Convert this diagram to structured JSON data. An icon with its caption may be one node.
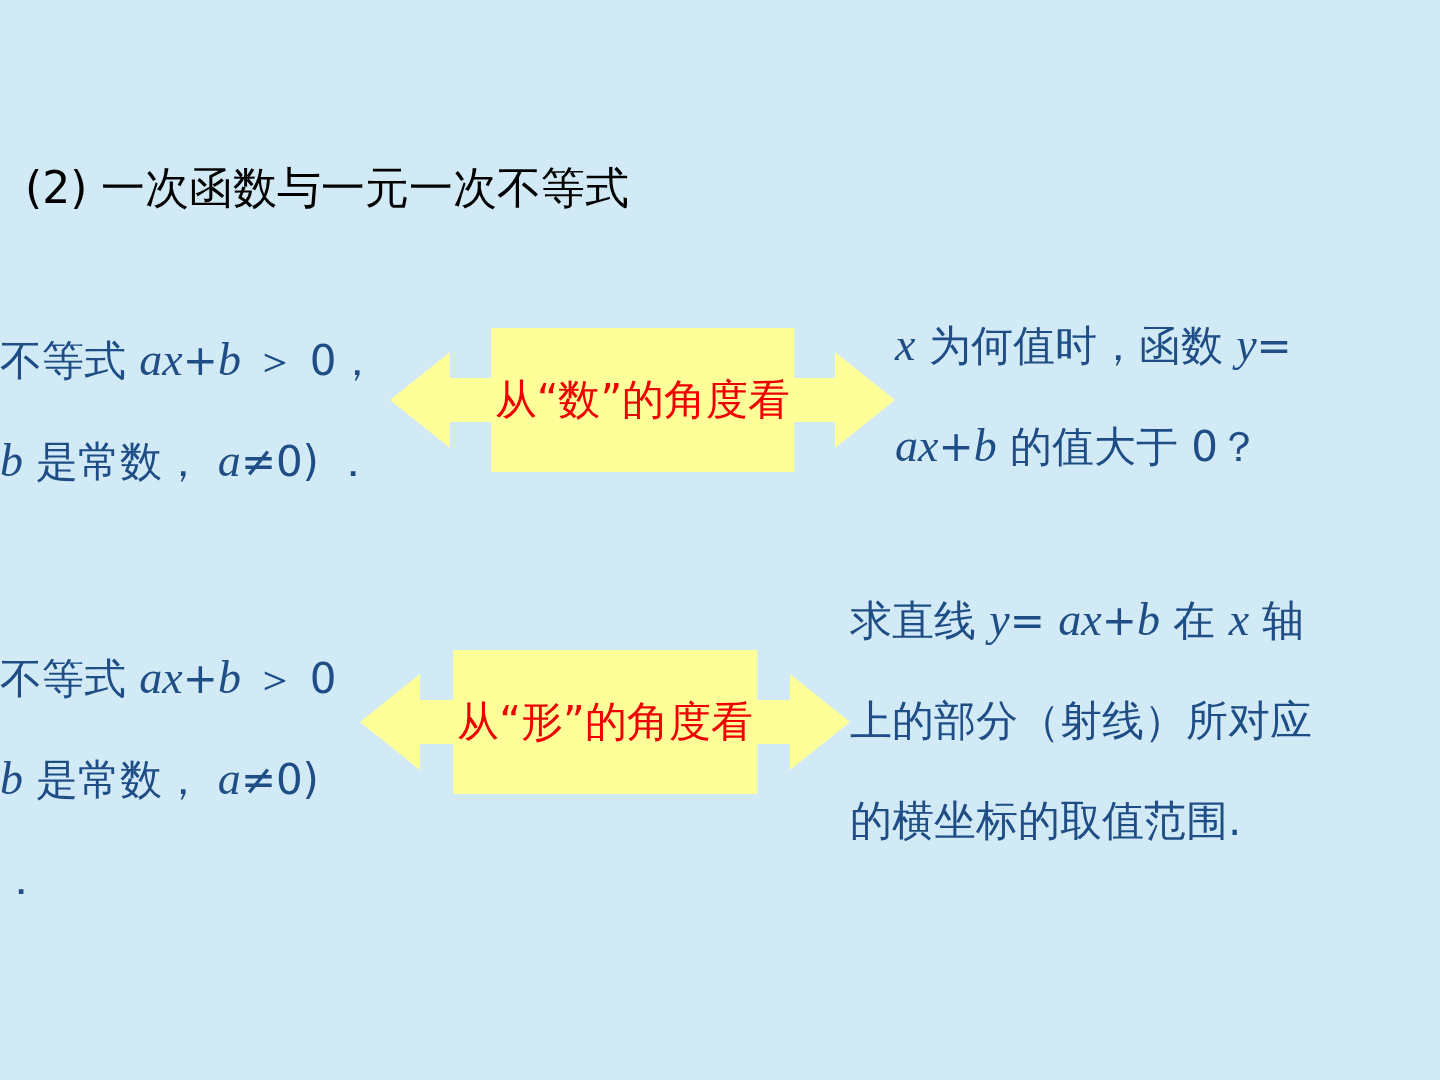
{
  "diagram": {
    "title": "(2) 一次函数与一元一次不等式",
    "nodes": [
      {
        "text": [
          "不等式 *ax*+*b* ＞ 0， *b* 是常数， *a*≠0) ．"
        ]
      },
      {
        "text": [
          "*x* 为何值时，函数 *y*= *ax*+*b* 的值大于 0？"
        ]
      },
      {
        "text": [
          "不等式 *ax*+*b* ＞ 0 *b* 是常数， *a*≠0) ．"
        ]
      },
      {
        "text": [
          "求直线 *y*= *ax*+*b* 在 *x* 轴上的部分（射线）所对应的横坐标的取值范围."
        ]
      }
    ],
    "edges": [
      {
        "from": 0,
        "to": 1,
        "arrow": "both",
        "label": "从“数”的角度看"
      },
      {
        "from": 2,
        "to": 3,
        "arrow": "both",
        "label": "从“形”的角度看"
      }
    ]
  }
}
